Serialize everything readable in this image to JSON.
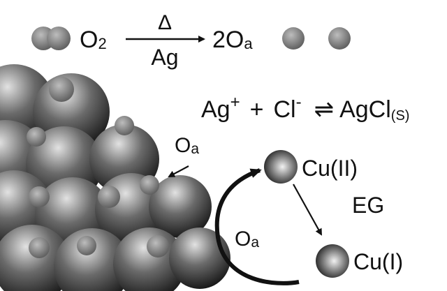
{
  "colors": {
    "background": "#ffffff",
    "text": "#111111",
    "sphere_dark": "#1a1a1a",
    "sphere_light": "#d8d8d8",
    "small_sphere": "#8a8a8a"
  },
  "reaction1": {
    "reactant_base": "O",
    "reactant_sub": "2",
    "above_arrow": "Δ",
    "below_arrow": "Ag",
    "product_coef": "2O",
    "product_sub": "a"
  },
  "reaction2": {
    "ion1_base": "Ag",
    "ion1_sup": "+",
    "plus": "+",
    "ion2_base": "Cl",
    "ion2_sup": "-",
    "equilibrium": "⇌",
    "product_base": "AgCl",
    "product_sub": "(S)"
  },
  "surface_label": {
    "base": "O",
    "sub": "a"
  },
  "cycle": {
    "top_species": "Cu(II)",
    "bottom_species": "Cu(I)",
    "reductant": "EG",
    "oxidant_base": "O",
    "oxidant_sub": "a"
  }
}
